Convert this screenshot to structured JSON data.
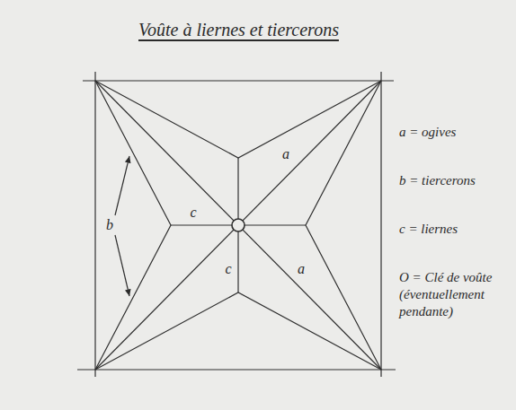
{
  "diagram": {
    "title": "Voûte à liernes et tiercerons",
    "labels": [
      "a = ogives",
      "b",
      "a",
      "c",
      "b = tiercerons",
      "c = liernes",
      "c",
      "a",
      "O = Clé de voûte (éventuellement pendante)"
    ]
  }
}
